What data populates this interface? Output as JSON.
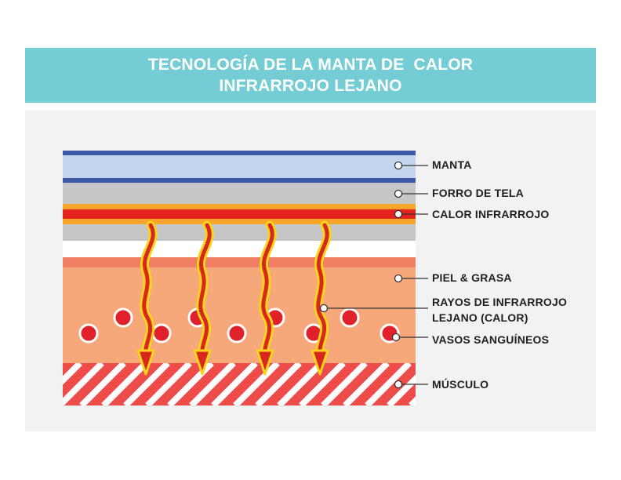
{
  "header": {
    "title_line1": "TECNOLOGÍA DE LA MANTA DE  CALOR",
    "title_line2": "INFRARROJO LEJANO"
  },
  "labels": {
    "manta": "MANTA",
    "forro": "FORRO DE TELA",
    "calor": "CALOR INFRARROJO",
    "piel": "PIEL & GRASA",
    "rayos_line1": "RAYOS DE INFRARROJO",
    "rayos_line2": "LEJANO (CALOR)",
    "vasos": "VASOS SANGUÍNEOS",
    "musculo": "MÚSCULO"
  },
  "colors": {
    "banner": "#74cdd5",
    "panel": "#f2f2f2",
    "blanket_blue": "#3c5aa6",
    "blanket_light": "#c4d6ee",
    "fabric_gray": "#c6c6c6",
    "heat_orange": "#f6a52a",
    "heat_red": "#e4231f",
    "skin_top": "#ef7e62",
    "skin": "#f7a87b",
    "vessel": "#e0202a",
    "muscle": "#ee4b4b",
    "ray_fill": "#d8271e",
    "ray_outline": "#f8d51c"
  }
}
